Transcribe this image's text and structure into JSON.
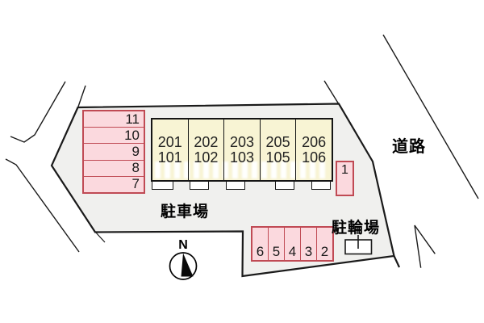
{
  "labels": {
    "parking_lot": "駐車場",
    "bicycle_parking": "駐輪場",
    "road": "道路",
    "compass_north": "N"
  },
  "building": {
    "units": [
      {
        "upper": "201",
        "lower": "101"
      },
      {
        "upper": "202",
        "lower": "102"
      },
      {
        "upper": "203",
        "lower": "103"
      },
      {
        "upper": "205",
        "lower": "105"
      },
      {
        "upper": "206",
        "lower": "106"
      }
    ]
  },
  "parking": {
    "left_column": [
      "11",
      "10",
      "9",
      "8",
      "7"
    ],
    "bottom_row": [
      "6",
      "5",
      "4",
      "3",
      "2"
    ],
    "single_space": "1"
  },
  "colors": {
    "background": "#ffffff",
    "property_fill": "#f0f0ee",
    "outline": "#1a1a1a",
    "parking_fill": "#fbd9de",
    "parking_border": "#c04a54",
    "building_fill": "#f8f4d4",
    "building_border": "#151515"
  }
}
